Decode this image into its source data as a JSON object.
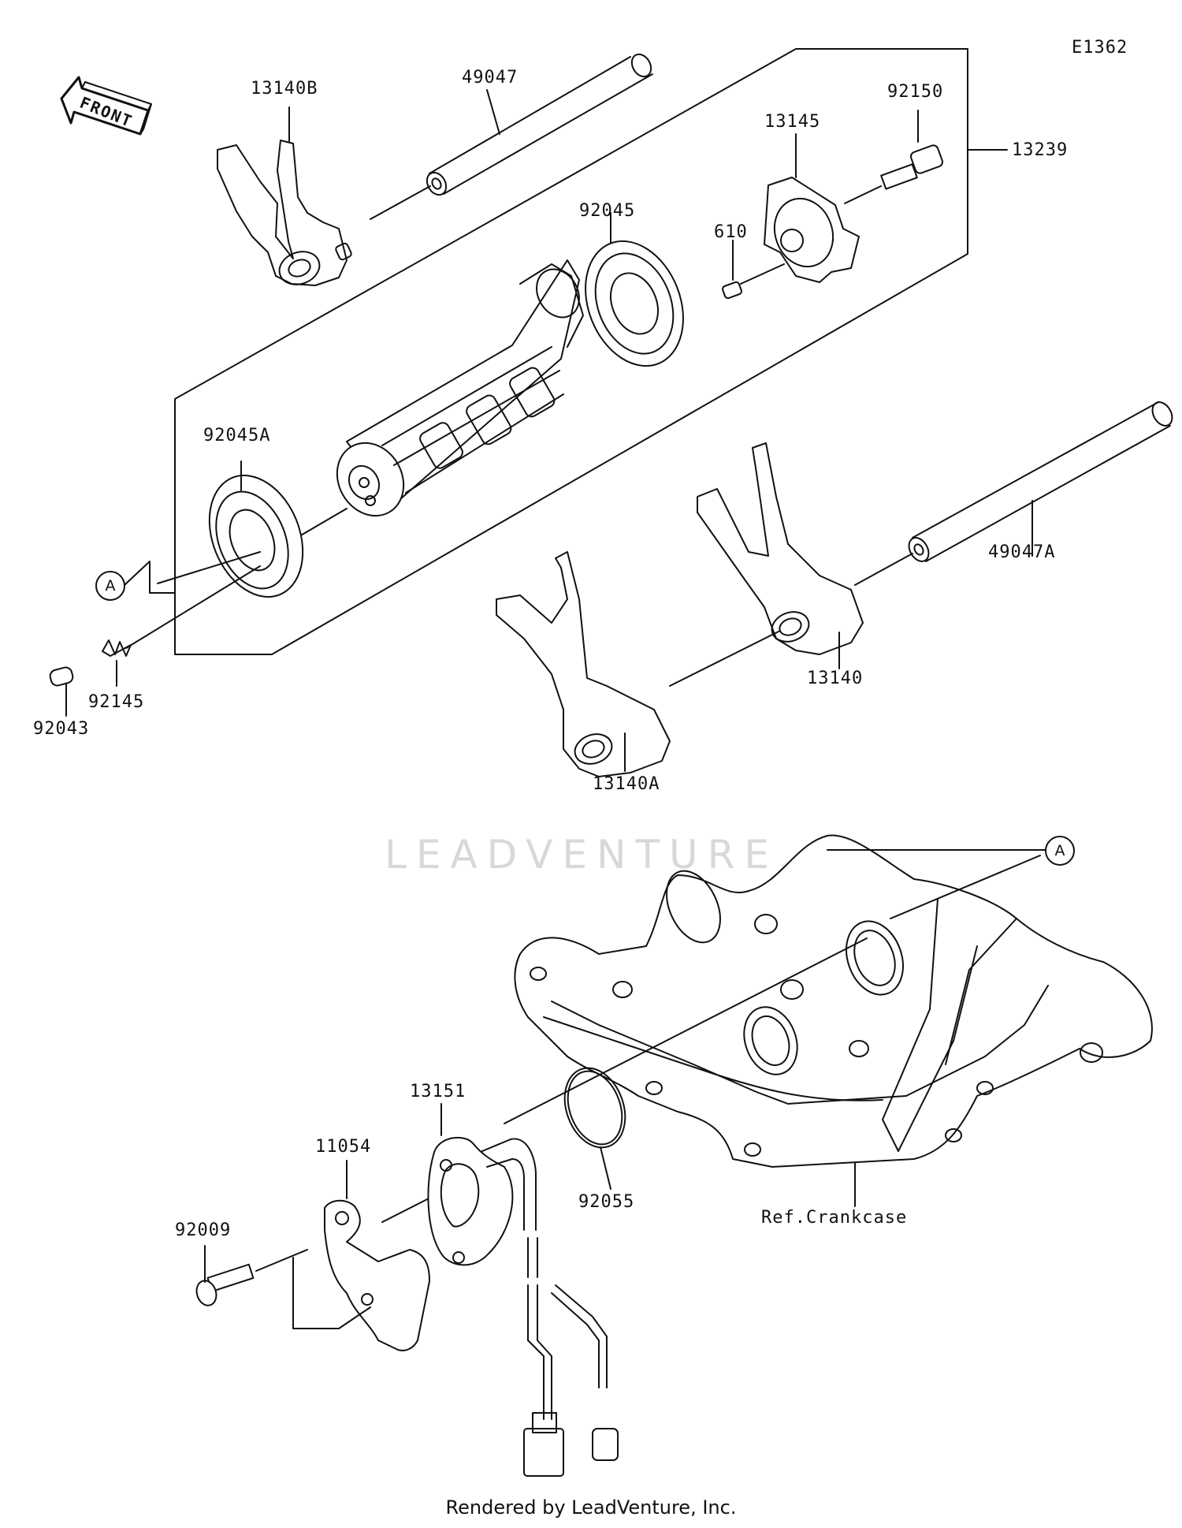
{
  "diagram_code": "E1362",
  "direction_label": "FRONT",
  "callout": "A",
  "watermark": "LEADVENTURE",
  "footer": "Rendered by LeadVenture, Inc.",
  "parts": {
    "p13140B": "13140B",
    "p49047": "49047",
    "p92150": "92150",
    "p13145": "13145",
    "p13239": "13239",
    "p92045": "92045",
    "p610": "610",
    "p92045A": "92045A",
    "p92145": "92145",
    "p92043": "92043",
    "p49047A": "49047A",
    "p13140": "13140",
    "p13140A": "13140A",
    "p13151": "13151",
    "p11054": "11054",
    "p92009": "92009",
    "p92055": "92055",
    "ref_crankcase": "Ref.Crankcase"
  }
}
